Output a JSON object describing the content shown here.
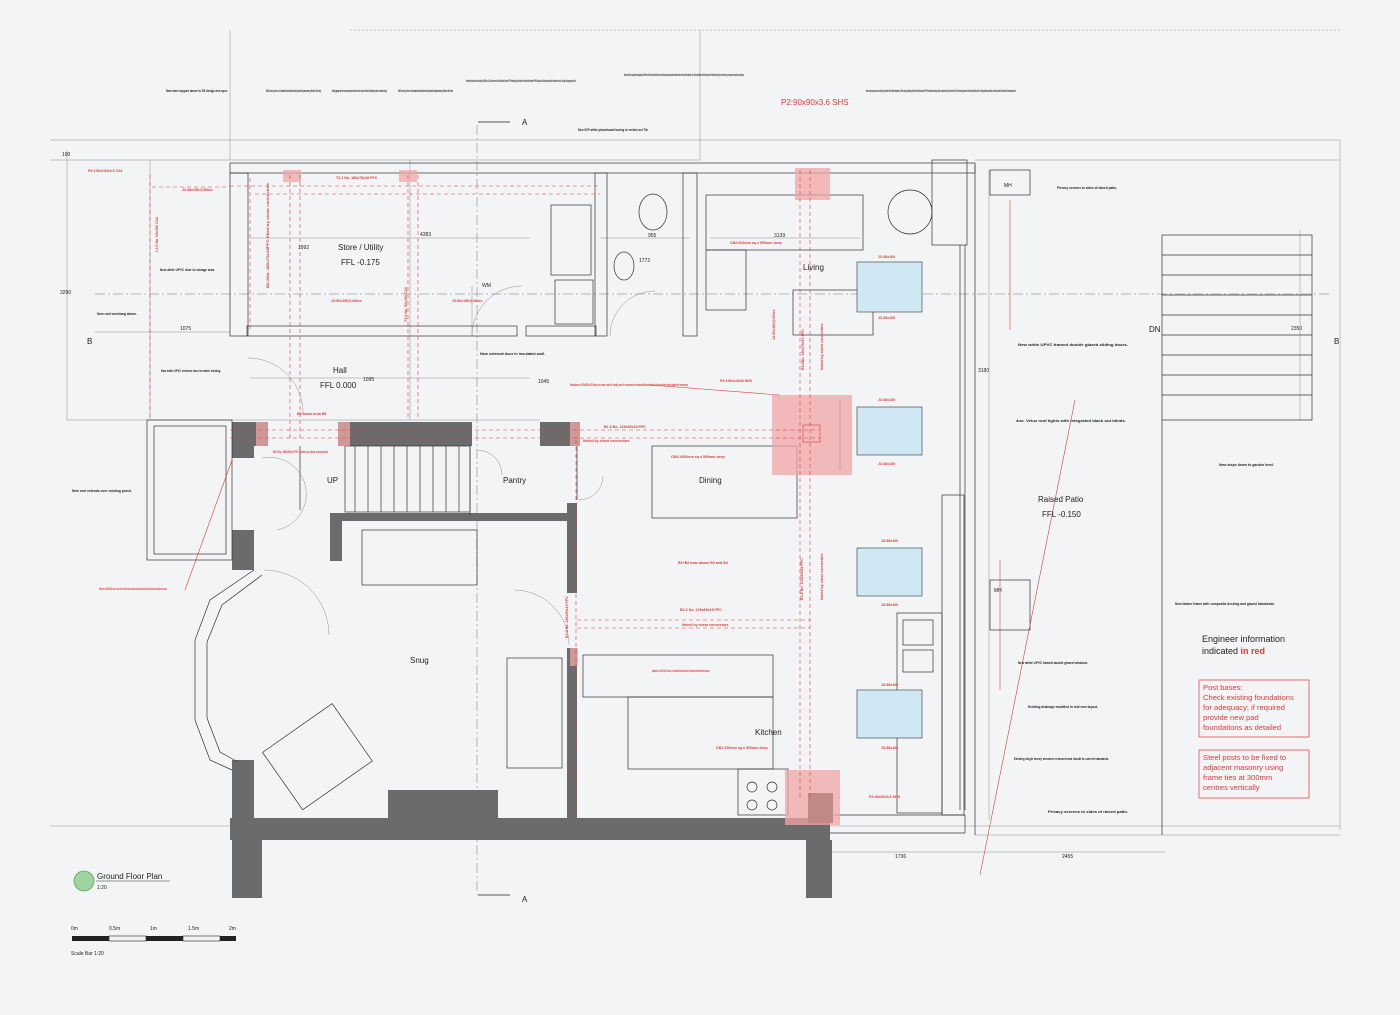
{
  "drawing": {
    "title": "Ground Floor Plan",
    "scale": "1:20",
    "scale_bar_label": "Scale Bar 1:20",
    "scale_ticks": [
      "0m",
      "0.5m",
      "1m",
      "1.5m",
      "2m"
    ]
  },
  "section_markers": {
    "a_top": "A",
    "a_bottom": "A",
    "b_left": "B",
    "b_right": "B"
  },
  "rooms": [
    {
      "key": "store",
      "label": "Store / Utility",
      "ffl": "FFL -0.175"
    },
    {
      "key": "hall",
      "label": "Hall",
      "ffl": "FFL 0.000"
    },
    {
      "key": "living",
      "label": "Living"
    },
    {
      "key": "dining",
      "label": "Dining"
    },
    {
      "key": "pantry",
      "label": "Pantry"
    },
    {
      "key": "up",
      "label": "UP"
    },
    {
      "key": "snug",
      "label": "Snug"
    },
    {
      "key": "kitchen",
      "label": "Kitchen"
    },
    {
      "key": "patio",
      "label": "Raised Patio",
      "ffl": "FFL -0.150"
    },
    {
      "key": "dn",
      "label": "DN"
    },
    {
      "key": "mh1",
      "label": "MH"
    },
    {
      "key": "mh2",
      "label": "MH"
    },
    {
      "key": "wm",
      "label": "WM"
    }
  ],
  "dimensions": [
    "190",
    "3290",
    "1075",
    "1992",
    "4383",
    "955",
    "1772",
    "3139",
    "1095",
    "1045",
    "3180",
    "2350",
    "1736",
    "2455"
  ],
  "annotations": [
    "New steel support above to SE design and spec.",
    "300x220 masonry column in solid standard brickwork/blockwork fully bonded with adjacent masonry. Padstone 100mm deep",
    "Existing garage structure removed and replaced with new side extension finished with facing brickwork to match existing.",
    "300x220 masonry column in solid standard brickwork/blockwork fully bonded with adjacent masonry. Padstone 150mm deep",
    "New insulated timber frame wall consisting of 100x50mm C24 at 400mm centres with 100mm Recticel Eurothane GP PIR insulation tightly fitted between. 50mm Recticel Eurothane GP PIR insulation and 12.5mm plasterboard finish to habitable room side. 12mm ply finish to garage side of wall.",
    "New internal timber stud partitions comprising of 100x50mm C24 timber studs at 400mm centres. 50mm Isowool acoustic quilt insulation between studs. Studs finished with 1no. 12.5mm plasterboard and 3-5mm plaster skim. Plasterboard facing into wet areas to be green paper faced moisture resistant type.",
    "New SVP within plasterboard boxing to vented roof Tile",
    "New cavity masonry wall consisting of an inland leaf of 100mm blockwork, 125mm cavity containing 110mm Recticel Eurothane GP PIR insulation retaining a 15mm residual cavity. External leaf of 102.5mm facing brickwork. Internal leaf finished with 12.5mm plasterboard fitted on adhesive dabs finished with 3-5mm plaster skim.",
    "Privacy screens to sides of raised patio.",
    "New white UPVC door to storage area.",
    "New roof overhang above.",
    "New white UPVC entrance door to match existing.",
    "New external door in insulated wall.",
    "New white UPVC framed double glazed sliding doors.",
    "4no. Velux roof lights with integrated black out blinds.",
    "New roof extends over existing porch.",
    "New steps down to garden level.",
    "New timber frame with composite decking and glazed balustrade.",
    "New white UPVC framed double glazed windows.",
    "Existing drainage modified to suit new layout.",
    "Existing single storey structure removed and rebuilt to current standards.",
    "Privacy screens to sides of raised patio."
  ],
  "engineer_notes": [
    "P4:100x100x3.6 C24",
    "J3:38x150@400cc",
    "T2:1 No. 180x75x18 PFC",
    "B6:2No. 180x75x18PFC fitted by shear connectors",
    "L1:2 No. 63x150 C24",
    "J3:50x150@400cc",
    "J3:50x150@400cc",
    "T3:2 No. 50x150 C24",
    "B5 bears onto B6",
    "B6:2 No. 180x50x10 PFC linked by shear connectors",
    "Padstones 100x250x225 deep on each leaf of cavity wall in standard brickwork/blockwork fully bonded with adjacent masonry",
    "Padstones 100x250x225 deep on each leaf of cavity wall in standard brickwork/blockwork fully bonded with adjacent masonry",
    "P2:90x90x3.6 SHS",
    "CB2:600mm sq x 500mm deep",
    "J3:38x100",
    "J3:38x100",
    "J4:50x150@400cc",
    "B4:2No. 180x75x10 PFC",
    "linked by shear connectors",
    "P3:140x140x8 SHS",
    "B1:2 No. 125x65x15 PFC",
    "linked by shear connectors",
    "CB3:1000mm sq x 500mm deep",
    "J3:38x100",
    "J3:38x100",
    "B1+B2 bear above B3 and B4",
    "B3:2 No. 230x90x32 PFC",
    "linked by shear connectors",
    "B7:2 No. 180x50x10 PFC",
    "B2:2 No. 125x65x15 PFC",
    "linked by shear connectors",
    "padstones 100x215x100 deep on standard blockwork fully bonded with adjacent masonry",
    "J3:38x100",
    "J3:38x100",
    "J3:38x100",
    "J3:38x100",
    "CB1:700mm sq x 500mm deep",
    "P2:90x90x3.6 SHS"
  ],
  "legend": {
    "heading_prefix": "Engineer information",
    "heading_line2_prefix": "indicated",
    "heading_highlight": "in red",
    "box1": [
      "Post bases:",
      "Check existing foundations",
      "for adequacy; if required",
      "provide new pad",
      "foundations as detailed"
    ],
    "box2": [
      "Steel posts to be fixed to",
      "adjacent masonry using",
      "frame ties at 300mm",
      "centres vertically"
    ]
  },
  "colors": {
    "engineer_red": "#e03a3a",
    "wall_grey": "#6b6b6b",
    "rooflight_blue": "#cfe8f3",
    "pad_red": "#f2a5a5"
  }
}
